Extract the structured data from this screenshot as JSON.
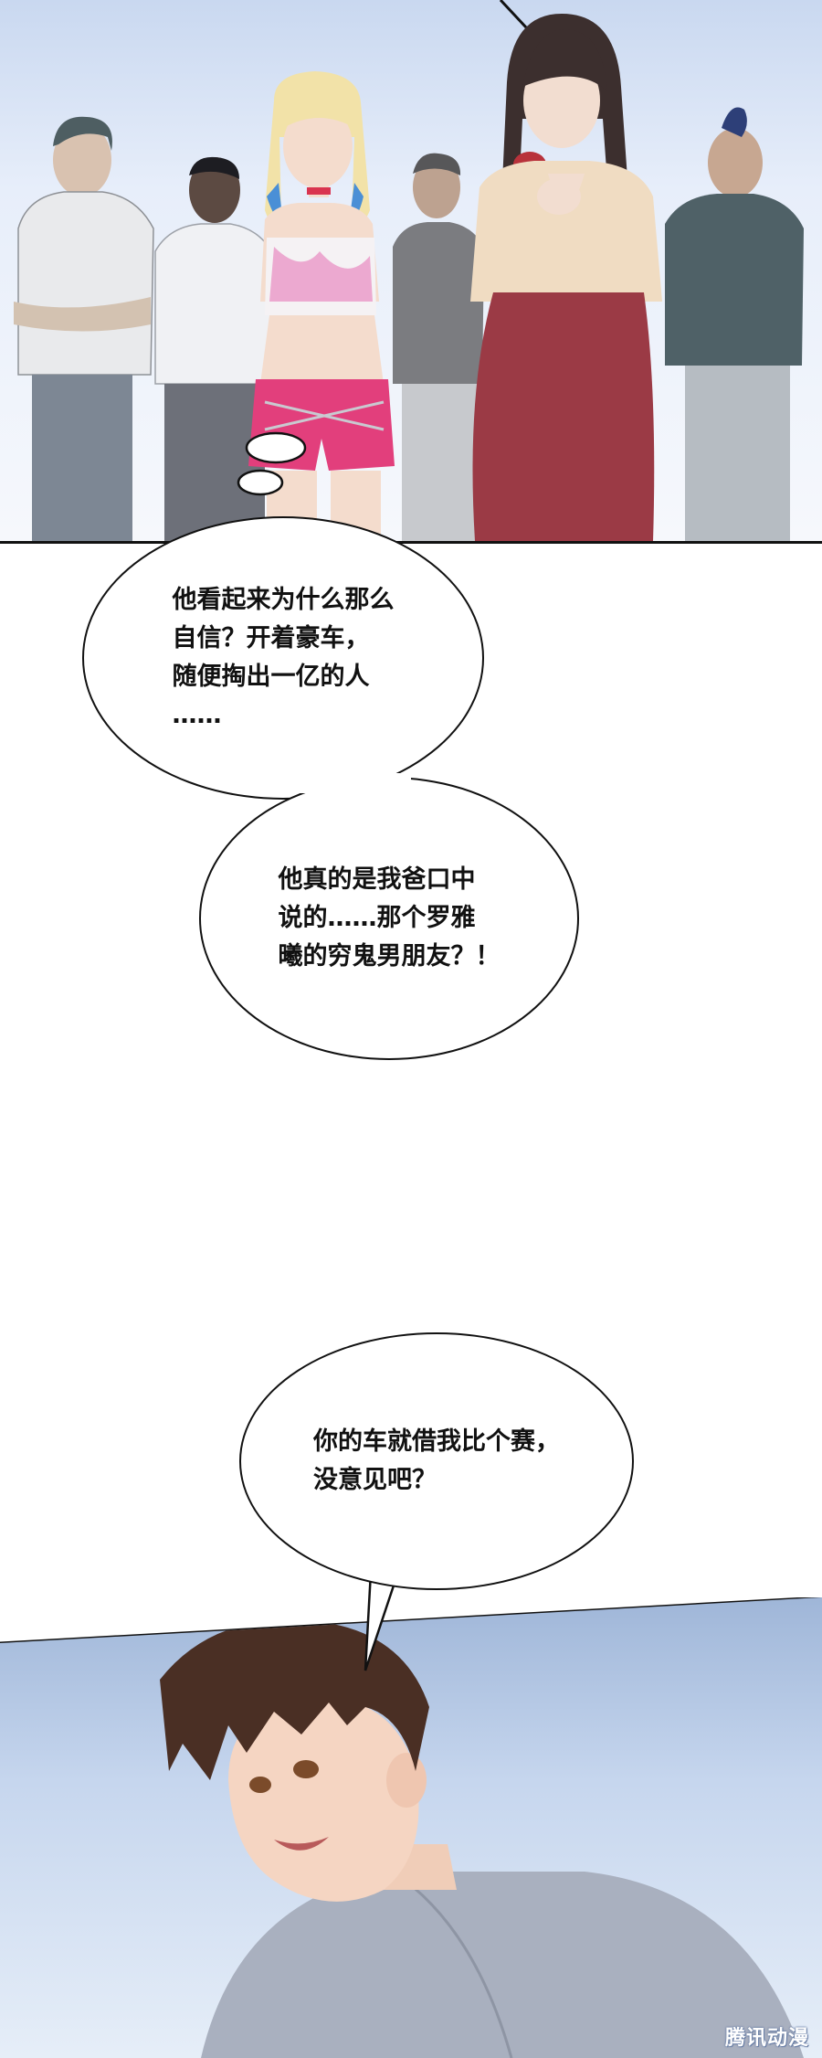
{
  "panels": {
    "top": {
      "characters": [
        "man-gray-shirt-arms-crossed",
        "man-white-shirt",
        "woman-blonde-twintails-pink-shorts",
        "man-gray-tshirt",
        "woman-dark-hair-red-dress",
        "man-dark-shirt-mohawk"
      ]
    },
    "bottom": {
      "characters": [
        "young-man-brown-hair-smiling"
      ]
    }
  },
  "bubbles": {
    "thought_1": {
      "text": "他看起来为什么那么\n自信？开着豪车，\n随便掏出一亿的人\n……"
    },
    "thought_2": {
      "text": "他真的是我爸口中\n说的……那个罗雅\n曦的穷鬼男朋友？！"
    },
    "speech_1": {
      "text": "你的车就借我比个赛，\n没意见吧？"
    }
  },
  "watermark": {
    "text": "腾讯动漫"
  },
  "colors": {
    "sky_top": "#c9d8f0",
    "sky_bottom": "#9fb6d8",
    "red_dress": "#9b3a45",
    "pink_shorts": "#e23f7c",
    "blonde_hair": "#f2e2a8",
    "brown_hair": "#4a2f24"
  }
}
